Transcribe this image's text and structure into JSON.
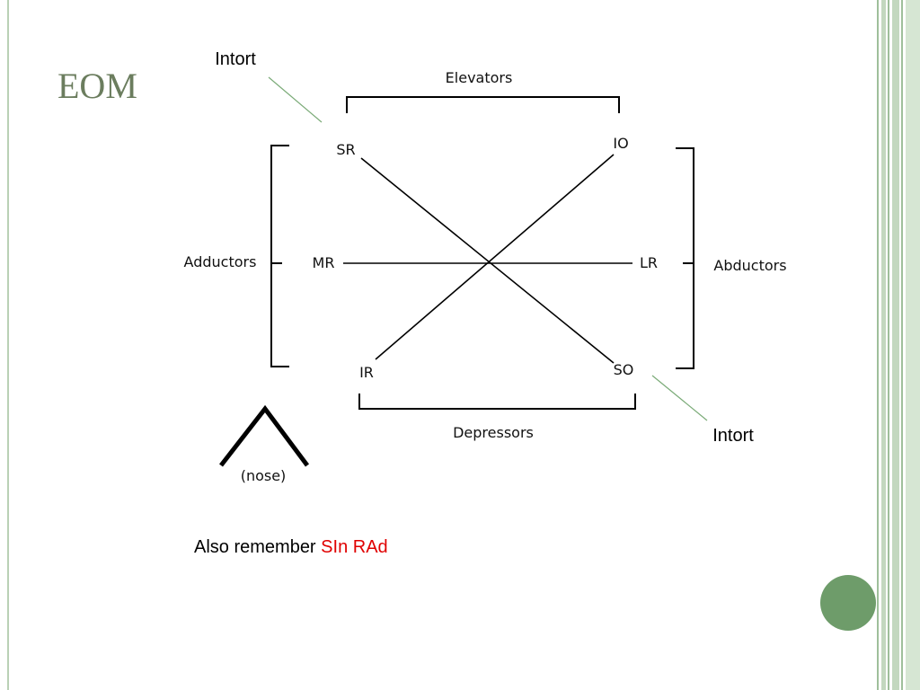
{
  "slide": {
    "title": "EOM",
    "footnote": {
      "prefix": "Also remember",
      "highlight": "SIn RAd"
    }
  },
  "diagram": {
    "groups": {
      "elevators": "Elevators",
      "depressors": "Depressors",
      "adductors": "Adductors",
      "abductors": "Abductors"
    },
    "muscles": {
      "sr": "SR",
      "io": "IO",
      "mr": "MR",
      "lr": "LR",
      "ir": "IR",
      "so": "SO"
    },
    "callouts": {
      "top": "Intort",
      "bottom": "Intort"
    },
    "nose_label": "(nose)"
  },
  "colors": {
    "theme_green": "#6e9c6a",
    "title_green": "#6b7d5e",
    "pale_green": "#c8dcc4",
    "highlight_red": "#e00000",
    "callout_line": "#7bab78"
  }
}
